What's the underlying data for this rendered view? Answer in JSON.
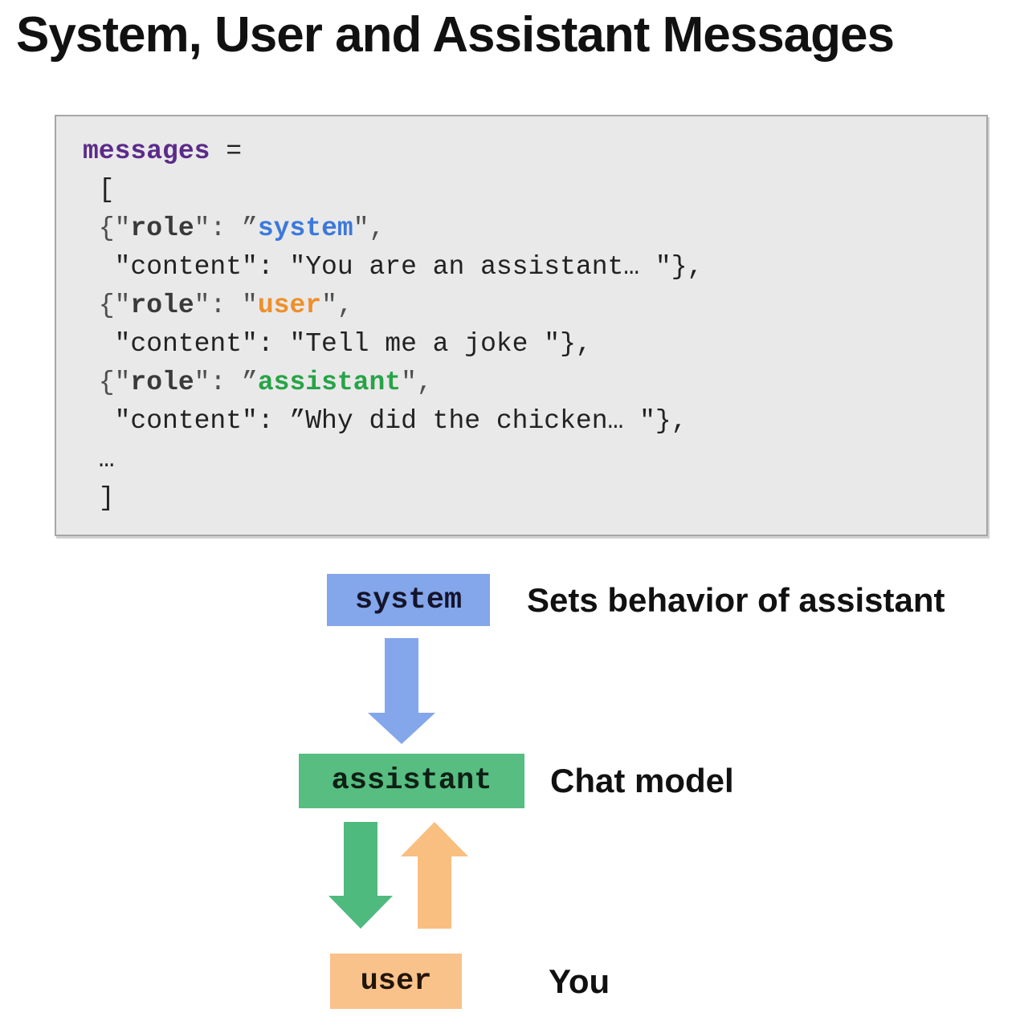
{
  "title": "System, User and Assistant Messages",
  "code": {
    "lines": [
      [
        {
          "t": "messages",
          "c": "purple"
        },
        {
          "t": " =",
          "c": "plain"
        }
      ],
      [
        {
          "t": " [",
          "c": "plain"
        }
      ],
      [
        {
          "t": " {\"",
          "c": "dim"
        },
        {
          "t": "role",
          "c": "key"
        },
        {
          "t": "\": ”",
          "c": "dim"
        },
        {
          "t": "system",
          "c": "blue"
        },
        {
          "t": "\",",
          "c": "dim"
        }
      ],
      [
        {
          "t": "  \"content\": \"You are an assistant… \"},",
          "c": "plain"
        }
      ],
      [
        {
          "t": " {\"",
          "c": "dim"
        },
        {
          "t": "role",
          "c": "key"
        },
        {
          "t": "\": \"",
          "c": "dim"
        },
        {
          "t": "user",
          "c": "orange"
        },
        {
          "t": "\",",
          "c": "dim"
        }
      ],
      [
        {
          "t": "  \"content\": \"Tell me a joke \"},",
          "c": "plain"
        }
      ],
      [
        {
          "t": " {\"",
          "c": "dim"
        },
        {
          "t": "role",
          "c": "key"
        },
        {
          "t": "\": ”",
          "c": "dim"
        },
        {
          "t": "assistant",
          "c": "green"
        },
        {
          "t": "\",",
          "c": "dim"
        }
      ],
      [
        {
          "t": "  \"content\": ”Why did the chicken… \"},",
          "c": "plain"
        }
      ],
      [
        {
          "t": " …",
          "c": "plain"
        }
      ],
      [
        {
          "t": " ]",
          "c": "plain"
        }
      ]
    ],
    "syntax_colors": {
      "variable_purple": "#5b2b8a",
      "system_blue": "#3c79da",
      "user_orange": "#ee8f2b",
      "assistant_green": "#27a348"
    }
  },
  "diagram": {
    "nodes": [
      {
        "id": "system",
        "label": "system",
        "annotation": "Sets behavior of assistant",
        "color": "#84a6ea"
      },
      {
        "id": "assistant",
        "label": "assistant",
        "annotation": "Chat model",
        "color": "#57bd80"
      },
      {
        "id": "user",
        "label": "user",
        "annotation": "You",
        "color": "#f8c28a"
      }
    ],
    "arrows": [
      {
        "id": "system-to-assistant",
        "direction": "down",
        "color": "#84a6ea"
      },
      {
        "id": "assistant-to-user",
        "direction": "down",
        "color": "#4fba7e"
      },
      {
        "id": "user-to-assistant",
        "direction": "up",
        "color": "#f8bf80"
      }
    ]
  }
}
